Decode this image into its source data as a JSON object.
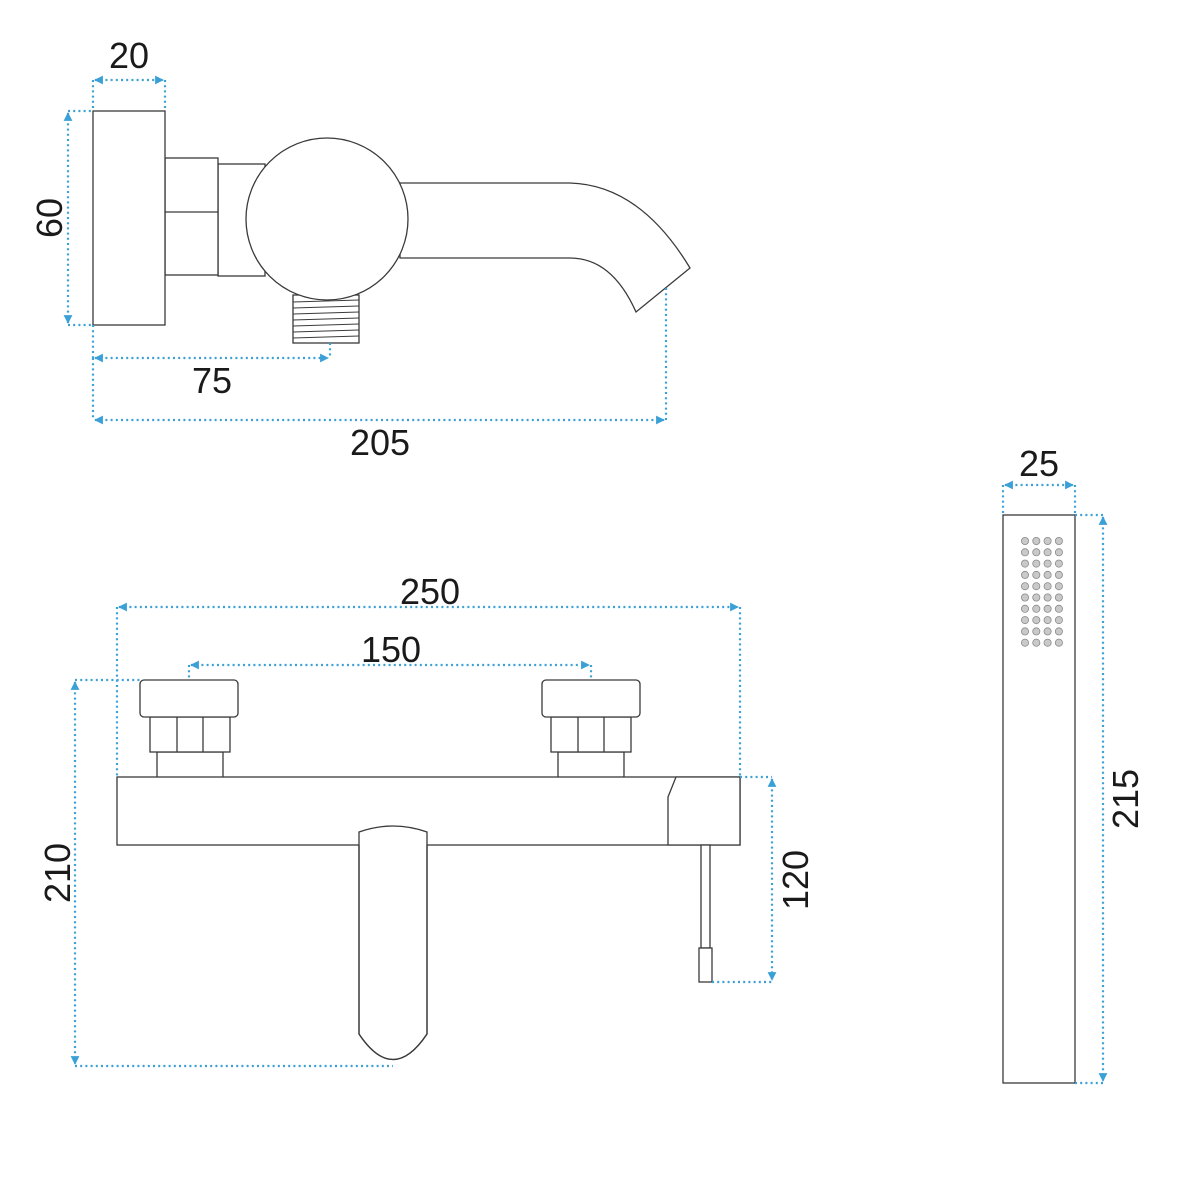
{
  "colors": {
    "dimension": "#3aa0d6",
    "outline": "#3a3a3a",
    "text": "#1a1a1a"
  },
  "dimensions": {
    "side_view": {
      "flange_depth": "20",
      "height": "60",
      "outlet_offset": "75",
      "total_depth": "205"
    },
    "front_view": {
      "total_width": "250",
      "inlet_spacing": "150",
      "total_height": "210",
      "body_to_lever": "120"
    },
    "hand_shower": {
      "width": "25",
      "length": "215"
    }
  }
}
